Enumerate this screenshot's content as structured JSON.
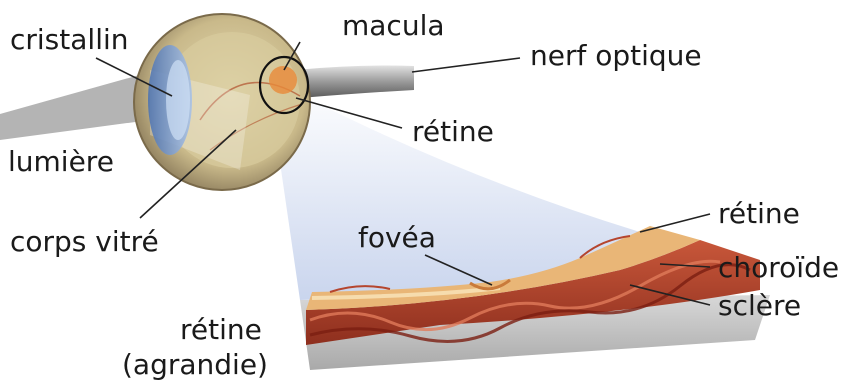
{
  "labels": {
    "cristallin": "cristallin",
    "macula": "macula",
    "nerf_optique": "nerf optique",
    "retine_top": "rétine",
    "lumiere": "lumière",
    "corps_vitre": "corps vitré",
    "fovea": "fovéa",
    "retine_right": "rétine",
    "choroide": "choroïde",
    "sclere": "sclère",
    "retine_agrandie_1": "rétine",
    "retine_agrandie_2": "(agrandie)"
  },
  "colors": {
    "sclera": "#c4c4c4",
    "choroid": "#b5452e",
    "retina": "#e9b677",
    "fovea_spot": "#e8893a",
    "vitreous": "#d8cda4",
    "lens": "#6b8fc4",
    "magnifier_beam": "#c7d3ec",
    "leader_line": "#222222"
  },
  "icons": [
    "eye-illustration",
    "retina-cross-section"
  ]
}
